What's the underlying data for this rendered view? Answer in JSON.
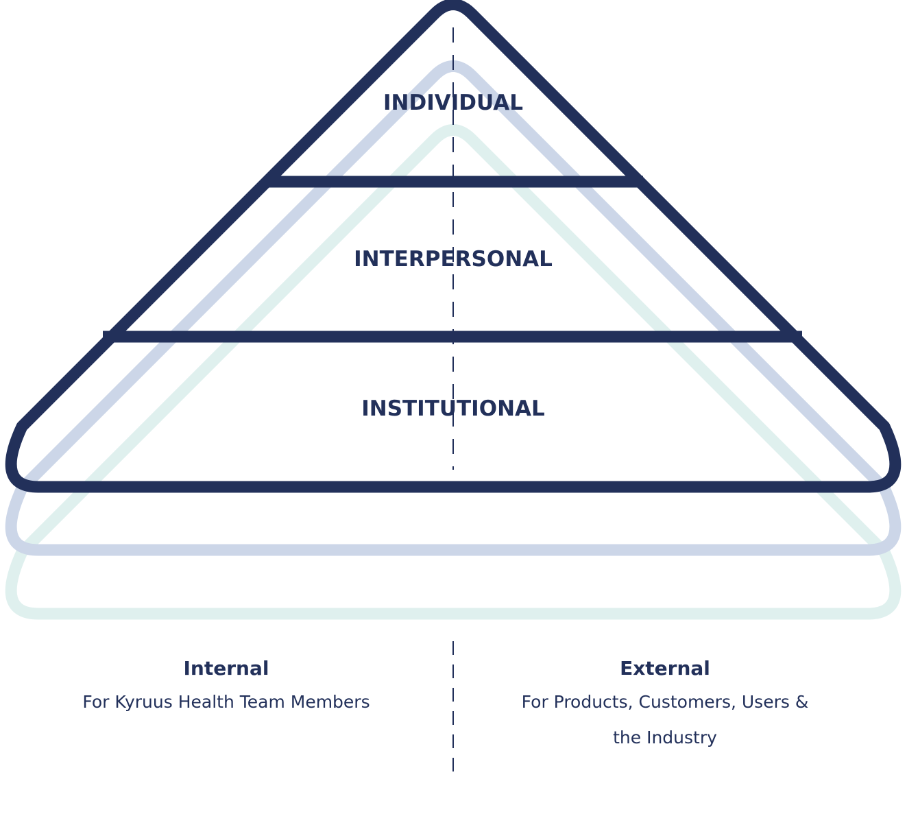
{
  "colors": {
    "primary": "#22305a",
    "layer_middle": "#ccd6e8",
    "layer_back": "#dff0ee"
  },
  "pyramid": {
    "tiers": [
      {
        "label": "INDIVIDUAL"
      },
      {
        "label": "INTERPERSONAL"
      },
      {
        "label": "INSTITUTIONAL"
      }
    ]
  },
  "columns": {
    "internal": {
      "title": "Internal",
      "description": "For Kyruus Health Team Members"
    },
    "external": {
      "title": "External",
      "description_line1": "For Products, Customers, Users &",
      "description_line2": "the Industry"
    }
  }
}
